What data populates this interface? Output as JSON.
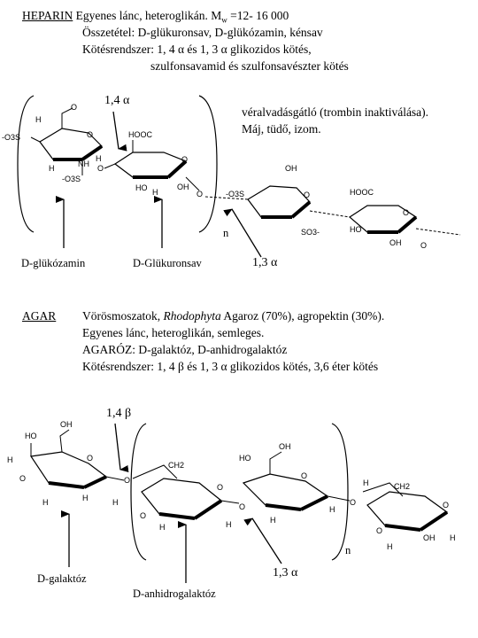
{
  "heparin": {
    "title": "HEPARIN",
    "line1": "Egyenes lánc, heteroglikán. M",
    "line1_sub": "w",
    "line1_rest": " =12- 16 000",
    "line2": "Összetétel: D-glükuronsav, D-glükózamin, kénsav",
    "line3": "Kötésrendszer: 1, 4 α és 1, 3 α glikozidos kötés,",
    "line4": "szulfonsavamid és szulfonsavészter kötés",
    "note1": "véralvadásgátló (trombin inaktiválása).",
    "note2": "Máj, tüdő, izom.",
    "bond_14": "1,4 α",
    "bond_13": "1,3 α",
    "n": "n",
    "unit1": "D-glükózamin",
    "unit2": "D-Glükuronsav",
    "atoms": {
      "so3_left": "-O3S",
      "so3_nh": "-O3S",
      "nh": "NH",
      "cooh": "HOOC",
      "so3_right": "-O3S",
      "so3_ring": "SO3-",
      "ho": "HO",
      "oh": "OH",
      "o": "O",
      "h": "H"
    }
  },
  "agar": {
    "title": "AGAR",
    "line1a": "Vörösmoszatok, ",
    "line1_italic": "Rhodophyta",
    "line1b": " Agaroz (70%), agropektin (30%).",
    "line2": "Egyenes lánc, heteroglikán, semleges.",
    "line3": "AGARÓZ: D-galaktóz, D-anhidrogalaktóz",
    "line4": "Kötésrendszer: 1, 4 β és 1, 3 α glikozidos kötés, 3,6 éter kötés",
    "bond_14": "1,4 β",
    "bond_13": "1,3 α",
    "n": "n",
    "unit1": "D-galaktóz",
    "unit2": "D-anhidrogalaktóz",
    "atoms": {
      "ch2": "CH2",
      "ho": "HO",
      "oh": "OH",
      "o": "O",
      "h": "H"
    }
  }
}
